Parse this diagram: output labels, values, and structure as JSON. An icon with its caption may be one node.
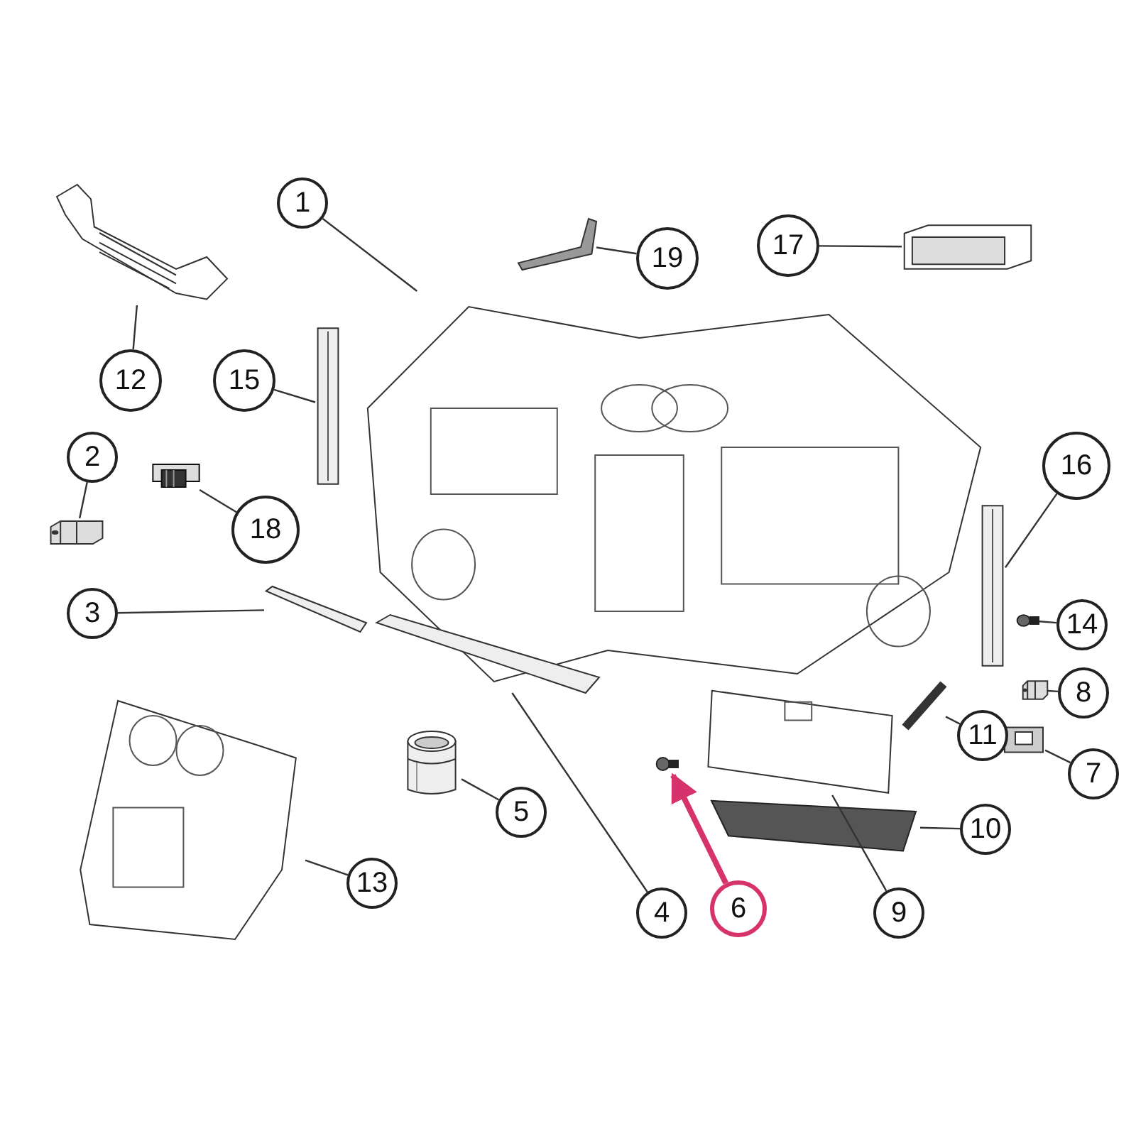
{
  "diagram": {
    "nodes": [
      {
        "text": [
          "1"
        ]
      },
      {
        "text": [],
        "shape": "picture"
      },
      {
        "text": [
          "12"
        ]
      },
      {
        "text": [],
        "shape": "picture"
      },
      {
        "text": [
          "15"
        ]
      },
      {
        "text": [],
        "shape": "picture"
      },
      {
        "text": [
          "19"
        ]
      },
      {
        "text": [],
        "shape": "picture"
      },
      {
        "text": [
          "17"
        ]
      },
      {
        "text": [],
        "shape": "picture"
      },
      {
        "text": [
          "2"
        ]
      },
      {
        "text": [],
        "shape": "picture"
      },
      {
        "text": [
          "18"
        ]
      },
      {
        "text": [],
        "shape": "picture"
      },
      {
        "text": [
          "16"
        ]
      },
      {
        "text": [],
        "shape": "picture"
      },
      {
        "text": [
          "3"
        ]
      },
      {
        "text": [],
        "shape": "picture"
      },
      {
        "text": [
          "14"
        ]
      },
      {
        "text": [],
        "shape": "picture"
      },
      {
        "text": [
          "8"
        ]
      },
      {
        "text": [],
        "shape": "picture"
      },
      {
        "text": [
          "11"
        ]
      },
      {
        "text": [],
        "shape": "picture"
      },
      {
        "text": [
          "7"
        ]
      },
      {
        "text": [],
        "shape": "picture"
      },
      {
        "text": [
          "5"
        ]
      },
      {
        "text": [],
        "shape": "picture"
      },
      {
        "text": [
          "10"
        ]
      },
      {
        "text": [],
        "shape": "picture"
      },
      {
        "text": [
          "13"
        ]
      },
      {
        "text": [],
        "shape": "picture"
      },
      {
        "text": [
          "4"
        ]
      },
      {
        "text": [],
        "shape": "picture"
      },
      {
        "text": [
          "6"
        ]
      },
      {
        "text": [],
        "shape": "picture"
      },
      {
        "text": [
          "9"
        ]
      },
      {
        "text": [],
        "shape": "picture"
      }
    ],
    "edges": [
      {
        "from": 0,
        "to": 1,
        "arrow": "none"
      },
      {
        "from": 2,
        "to": 3,
        "arrow": "none"
      },
      {
        "from": 4,
        "to": 5,
        "arrow": "none"
      },
      {
        "from": 6,
        "to": 7,
        "arrow": "none"
      },
      {
        "from": 8,
        "to": 9,
        "arrow": "none"
      },
      {
        "from": 10,
        "to": 11,
        "arrow": "none"
      },
      {
        "from": 12,
        "to": 13,
        "arrow": "none"
      },
      {
        "from": 14,
        "to": 15,
        "arrow": "none"
      },
      {
        "from": 16,
        "to": 17,
        "arrow": "none"
      },
      {
        "from": 18,
        "to": 19,
        "arrow": "none"
      },
      {
        "from": 20,
        "to": 21,
        "arrow": "none"
      },
      {
        "from": 22,
        "to": 23,
        "arrow": "none"
      },
      {
        "from": 24,
        "to": 25,
        "arrow": "none"
      },
      {
        "from": 26,
        "to": 27,
        "arrow": "none"
      },
      {
        "from": 28,
        "to": 29,
        "arrow": "none"
      },
      {
        "from": 30,
        "to": 31,
        "arrow": "none"
      },
      {
        "from": 32,
        "to": 33,
        "arrow": "none"
      },
      {
        "from": 34,
        "to": 35,
        "arrow": "to",
        "style": "thick",
        "color": "#d6336c"
      },
      {
        "from": 36,
        "to": 37,
        "arrow": "none"
      }
    ]
  }
}
